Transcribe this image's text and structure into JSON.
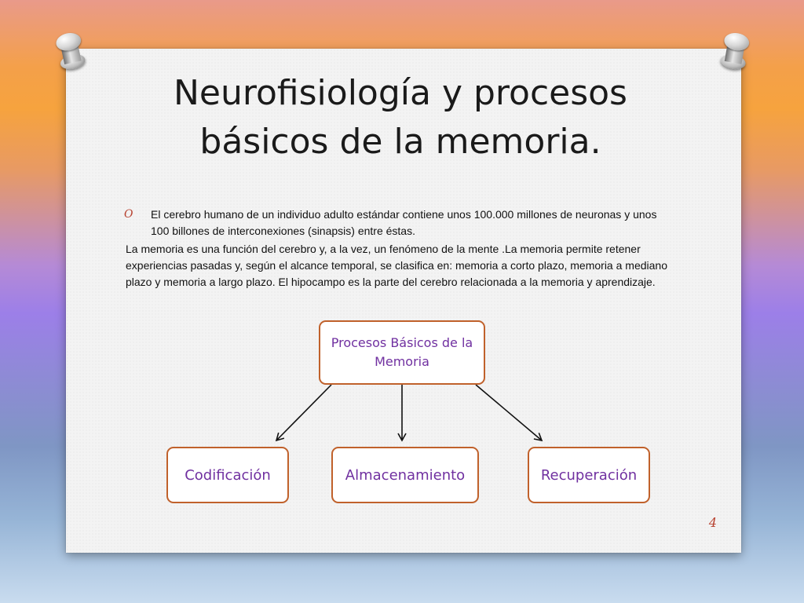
{
  "slide": {
    "title": "Neurofisiología y procesos básicos de la memoria.",
    "bullet_marker": "O",
    "bullet_text": "El cerebro humano de un individuo adulto estándar contiene unos 100.000 millones de neuronas y unos 100 billones de interconexiones (sinapsis) entre éstas.",
    "paragraph": "La memoria es una función del cerebro y, a la vez, un fenómeno de la mente .La memoria permite retener experiencias pasadas y, según el alcance temporal, se clasifica en: memoria a corto plazo, memoria a mediano plazo y memoria a largo plazo.  El hipocampo es la parte del cerebro relacionada a la memoria y aprendizaje.",
    "page_number": "4"
  },
  "diagram": {
    "root": "Procesos Básicos de la Memoria",
    "children": [
      "Codificación",
      "Almacenamiento",
      "Recuperación"
    ]
  },
  "colors": {
    "box_border": "#c0612b",
    "box_text": "#7030a0",
    "accent": "#b7412f"
  }
}
